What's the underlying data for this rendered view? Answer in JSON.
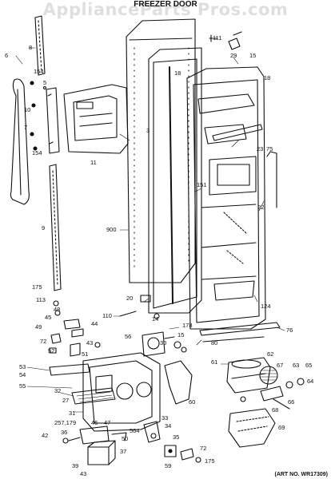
{
  "watermark": "ApplianceParts Pros.com",
  "title": "FREEZER DOOR",
  "art_no": "(ART NO. WR17309)",
  "callouts": [
    "111",
    "8",
    "6",
    "29",
    "15",
    "18",
    "18",
    "154",
    "5",
    "3",
    "10",
    "7",
    "154",
    "11",
    "23",
    "75",
    "151",
    "22",
    "9",
    "900",
    "124",
    "175",
    "20",
    "113",
    "48",
    "110",
    "14",
    "45",
    "44",
    "178",
    "76",
    "49",
    "15",
    "80",
    "72",
    "43",
    "62",
    "52",
    "56",
    "51",
    "30",
    "61",
    "67",
    "63",
    "65",
    "53",
    "64",
    "54",
    "55",
    "32",
    "60",
    "68",
    "66",
    "27",
    "31",
    "46",
    "47",
    "257,179",
    "33",
    "69",
    "36",
    "564",
    "50",
    "34",
    "42",
    "35",
    "72",
    "175",
    "59",
    "37",
    "39",
    "43"
  ]
}
